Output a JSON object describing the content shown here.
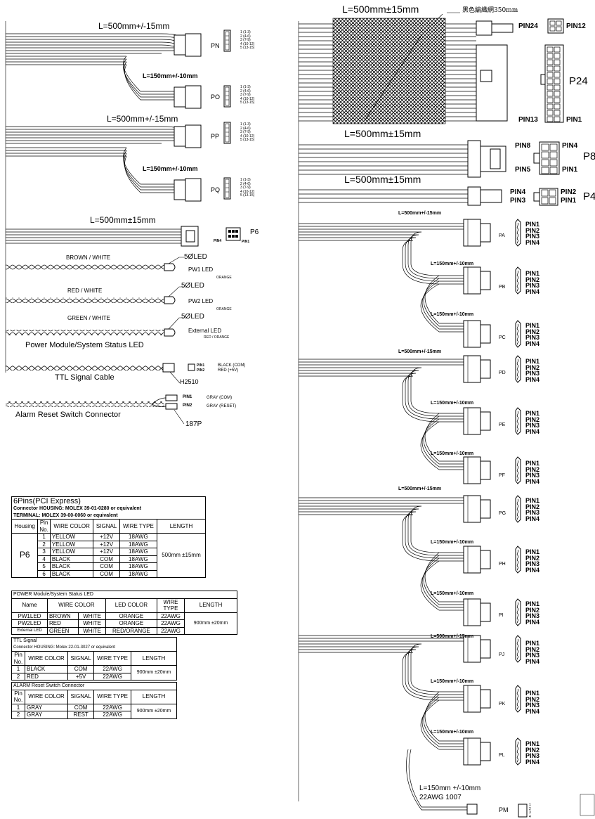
{
  "left": {
    "pn_length": "L=500mm+/-15mm",
    "po_length": "L=150mm+/-10mm",
    "pp_length": "L=500mm+/-15mm",
    "pq_length": "L=150mm+/-10mm",
    "p6_length": "L=500mm±15mm",
    "small_connectors": [
      {
        "label": "PN",
        "pins": [
          "1 (1-3)",
          "2 (4-6)",
          "3 (7-9)",
          "4 (10-12)",
          "5 (13-15)"
        ]
      },
      {
        "label": "PO",
        "pins": [
          "1 (1-3)",
          "2 (4-6)",
          "3 (7-9)",
          "4 (10-12)",
          "5 (13-15)"
        ]
      },
      {
        "label": "PP",
        "pins": [
          "1 (1-3)",
          "2 (4-6)",
          "3 (7-9)",
          "4 (10-12)",
          "5 (13-15)"
        ]
      },
      {
        "label": "PQ",
        "pins": [
          "1 (1-3)",
          "2 (4-6)",
          "3 (7-9)",
          "4 (10-12)",
          "5 (13-15)"
        ]
      }
    ],
    "p6": {
      "label": "P6",
      "pin_left": "PIN4",
      "pin_right": "PIN1"
    },
    "led1": {
      "color": "BROWN / WHITE",
      "led": "5ØLED",
      "name": "PW1 LED",
      "led_color": "ORANGE"
    },
    "led2": {
      "color": "RED / WHITE",
      "led": "5ØLED",
      "name": "PW2 LED",
      "led_color": "ORANGE"
    },
    "led3": {
      "color": "GREEN / WHITE",
      "led": "5ØLED",
      "name": "External LED",
      "led_color": "RED / ORANGE"
    },
    "led_group_title": "Power Module/System Status LED",
    "ttl": {
      "title": "TTL Signal Cable",
      "connector": "H2510",
      "pin1": "PIN1",
      "pin2": "PIN2",
      "pin1_desc": "BLACK (COM)",
      "pin2_desc": "RED (+5V)"
    },
    "alarm": {
      "title": "Alarm Reset Switch Connector",
      "connector": "187P",
      "pin1": "PIN1",
      "pin2": "PIN2",
      "pin1_desc": "GRAY (COM)",
      "pin2_desc": "GRAY (RESET)"
    }
  },
  "tables": {
    "pci": {
      "title": "6Pins(PCI Express)",
      "line1": "Connector HOUSING: MOLEX 39-01-0280 or equivalent",
      "line2": "TERMINAL: MOLEX 39-00-0060  or equivalent",
      "headers": [
        "Housing",
        "Pin No.",
        "WIRE COLOR",
        "SIGNAL",
        "WIRE TYPE",
        "LENGTH"
      ],
      "housing": "P6",
      "length": "500mm ±15mm",
      "rows": [
        [
          "1",
          "YELLOW",
          "+12V",
          "18AWG"
        ],
        [
          "2",
          "YELLOW",
          "+12V",
          "18AWG"
        ],
        [
          "3",
          "YELLOW",
          "+12V",
          "18AWG"
        ],
        [
          "4",
          "BLACK",
          "COM",
          "18AWG"
        ],
        [
          "5",
          "BLACK",
          "COM",
          "18AWG"
        ],
        [
          "6",
          "BLACK",
          "COM",
          "18AWG"
        ]
      ]
    },
    "led": {
      "title": "POWER Module/System Status LED",
      "headers": [
        "Name",
        "WIRE COLOR",
        "LED COLOR",
        "WIRE TYPE",
        "LENGTH"
      ],
      "length": "900mm ±20mm",
      "rows": [
        [
          "PW1LED",
          "BROWN",
          "WHITE",
          "ORANGE",
          "22AWG"
        ],
        [
          "PW2LED",
          "RED",
          "WHITE",
          "ORANGE",
          "22AWG"
        ],
        [
          "External LED",
          "GREEN",
          "WHITE",
          "RED/ORANGE",
          "22AWG"
        ]
      ]
    },
    "ttl": {
      "title": "TTL Signal",
      "line1": "Connector HOUSING: Molex 22-01-3027 or equivalent",
      "headers": [
        "Pin No.",
        "WIRE COLOR",
        "SIGNAL",
        "WIRE TYPE",
        "LENGTH"
      ],
      "length": "900mm ±20mm",
      "rows": [
        [
          "1",
          "BLACK",
          "COM",
          "22AWG"
        ],
        [
          "2",
          "RED",
          "+5V",
          "22AWG"
        ]
      ]
    },
    "alarm": {
      "title": "ALARM Reset Switch Connector",
      "headers": [
        "Pin No.",
        "WIRE COLOR",
        "SIGNAL",
        "WIRE TYPE",
        "LENGTH"
      ],
      "length": "900mm ±20mm",
      "rows": [
        [
          "1",
          "GRAY",
          "COM",
          "22AWG"
        ],
        [
          "2",
          "GRAY",
          "REST",
          "22AWG"
        ]
      ]
    }
  },
  "right": {
    "p24_length": "L=500mm±15mm",
    "braid_note": "黑色編織網350mm",
    "p24": {
      "label": "P24",
      "pin24": "PIN24",
      "pin12": "PIN12",
      "pin13": "PIN13",
      "pin1": "PIN1"
    },
    "p8_length": "L=500mm±15mm",
    "p8": {
      "label": "P8",
      "pin8": "PIN8",
      "pin4": "PIN4",
      "pin5": "PIN5",
      "pin1": "PIN1"
    },
    "p4_length": "L=500mm±15mm",
    "p4": {
      "label": "P4",
      "pin4": "PIN4",
      "pin2": "PIN2",
      "pin3": "PIN3",
      "pin1": "PIN1"
    },
    "molex": [
      {
        "label": "PA",
        "length": "L=500mm+/-15mm",
        "pins": [
          "PIN1",
          "PIN2",
          "PIN3",
          "PIN4"
        ]
      },
      {
        "label": "PB",
        "length": "L=150mm+/-10mm",
        "pins": [
          "PIN1",
          "PIN2",
          "PIN3",
          "PIN4"
        ]
      },
      {
        "label": "PC",
        "length": "L=150mm+/-10mm",
        "pins": [
          "PIN1",
          "PIN2",
          "PIN3",
          "PIN4"
        ]
      },
      {
        "label": "PD",
        "length": "L=500mm+/-15mm",
        "pins": [
          "PIN1",
          "PIN2",
          "PIN3",
          "PIN4"
        ]
      },
      {
        "label": "PE",
        "length": "L=150mm+/-10mm",
        "pins": [
          "PIN1",
          "PIN2",
          "PIN3",
          "PIN4"
        ]
      },
      {
        "label": "PF",
        "length": "L=150mm+/-10mm",
        "pins": [
          "PIN1",
          "PIN2",
          "PIN3",
          "PIN4"
        ]
      },
      {
        "label": "PG",
        "length": "L=500mm+/-15mm",
        "pins": [
          "PIN1",
          "PIN2",
          "PIN3",
          "PIN4"
        ]
      },
      {
        "label": "PH",
        "length": "L=150mm+/-10mm",
        "pins": [
          "PIN1",
          "PIN2",
          "PIN3",
          "PIN4"
        ]
      },
      {
        "label": "PI",
        "length": "L=150mm+/-10mm",
        "pins": [
          "PIN1",
          "PIN2",
          "PIN3",
          "PIN4"
        ]
      },
      {
        "label": "PJ",
        "length": "L=500mm+/-15mm",
        "pins": [
          "PIN1",
          "PIN2",
          "PIN3",
          "PIN4"
        ]
      },
      {
        "label": "PK",
        "length": "L=150mm+/-10mm",
        "pins": [
          "PIN1",
          "PIN2",
          "PIN3",
          "PIN4"
        ]
      },
      {
        "label": "PL",
        "length": "L=150mm+/-10mm",
        "pins": [
          "PIN1",
          "PIN2",
          "PIN3",
          "PIN4"
        ]
      }
    ],
    "pm": {
      "label": "PM",
      "length": "L=150mm +/-10mm",
      "wire": "22AWG 1007",
      "pins": [
        "1",
        "2",
        "3",
        "4"
      ]
    }
  }
}
